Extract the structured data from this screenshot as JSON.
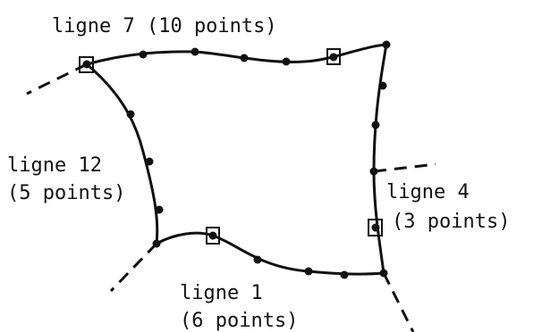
{
  "labels": {
    "ligne7": "ligne 7 (10 points)",
    "ligne12_a": "ligne 12",
    "ligne12_b": "(5 points)",
    "ligne4_a": "ligne 4",
    "ligne4_b": "(3 points)",
    "ligne1_a": "ligne 1",
    "ligne1_b": "(6 points)"
  },
  "colors": {
    "ink": "#111111",
    "background": "#ffffff"
  }
}
